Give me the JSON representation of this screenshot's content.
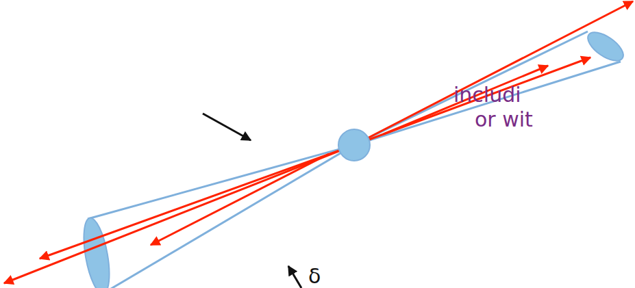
{
  "diagram": {
    "labels": [
      "δ",
      "includi",
      "or wit"
    ]
  }
}
